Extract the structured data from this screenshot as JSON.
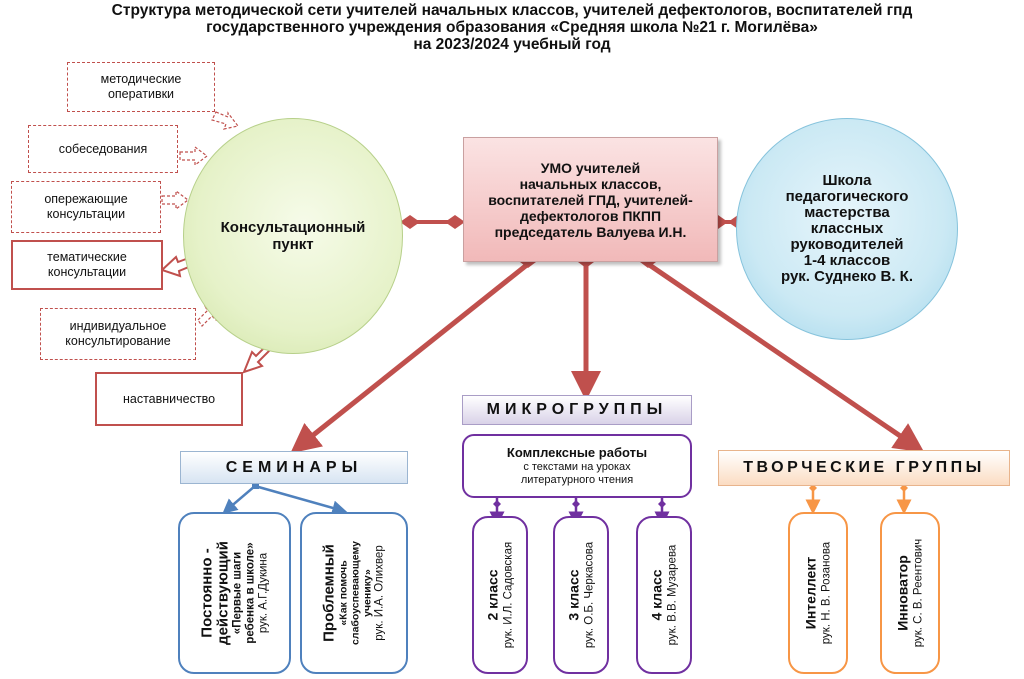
{
  "title": {
    "line1": "Структура методической сети учителей начальных классов, учителей дефектологов, воспитателей гпд",
    "line2": "государственного учреждения образования «Средняя школа №21 г. Могилёва»",
    "line3": "на 2023/2024 учебный год"
  },
  "center": {
    "lines": [
      "УМО учителей",
      "начальных классов,",
      "воспитателей ГПД, учителей-",
      "дефектологов ПКПП",
      "председатель Валуева И.Н."
    ]
  },
  "consult": {
    "lines": [
      "Консультационный",
      "пункт"
    ]
  },
  "school": {
    "lines": [
      "Школа",
      "педагогического",
      "мастерства",
      "классных",
      "руководителей",
      "1-4 классов",
      "рук. Суднеко В. К."
    ]
  },
  "consult_items": {
    "operativki": [
      "методические",
      "оперативки"
    ],
    "sobesedovaniya": "собеседования",
    "operezhayushchie": [
      "опережающие",
      "консультации"
    ],
    "tematicheskie": [
      "тематические",
      "консультации"
    ],
    "individualnoe": [
      "индивидуальное",
      "консультирование"
    ],
    "nastavnichestvo": "наставничество"
  },
  "seminars": {
    "header": "СЕМИНАРЫ",
    "items": [
      {
        "l1": "Постоянно -",
        "l2": "действующий",
        "l3": "«Первые шаги",
        "l4": "ребенка в школе»",
        "l5": "рук. А.Г.Дукина"
      },
      {
        "l1": "Проблемный",
        "l2": "«Как помочь",
        "l3": "слабоуспевающему",
        "l4": "ученику»",
        "l5": "рук. И.А. Олихвер"
      }
    ]
  },
  "micro": {
    "header": "МИКРОГРУППЫ",
    "complex_title": "Комплексные работы",
    "complex_sub1": "с текстами на уроках",
    "complex_sub2": "литературного чтения",
    "items": [
      {
        "grade": "2 класс",
        "lead": "рук. И.Л. Садовская"
      },
      {
        "grade": "3 класс",
        "lead": "рук. О.Б. Черкасова"
      },
      {
        "grade": "4 класс",
        "lead": "рук. В.В. Музарева"
      }
    ]
  },
  "creative": {
    "header": "ТВОРЧЕСКИЕ ГРУППЫ",
    "items": [
      {
        "name": "Интеллект",
        "lead": "рук. Н. В. Розанова"
      },
      {
        "name": "Инноватор",
        "lead": "рук. С. В. Реентович"
      }
    ]
  },
  "colors": {
    "red": "#c0504d",
    "blue": "#4f81bd",
    "purple": "#7030a0",
    "orange": "#f79646",
    "green": "#d7e9b2",
    "lightblue": "#b7dff0"
  }
}
